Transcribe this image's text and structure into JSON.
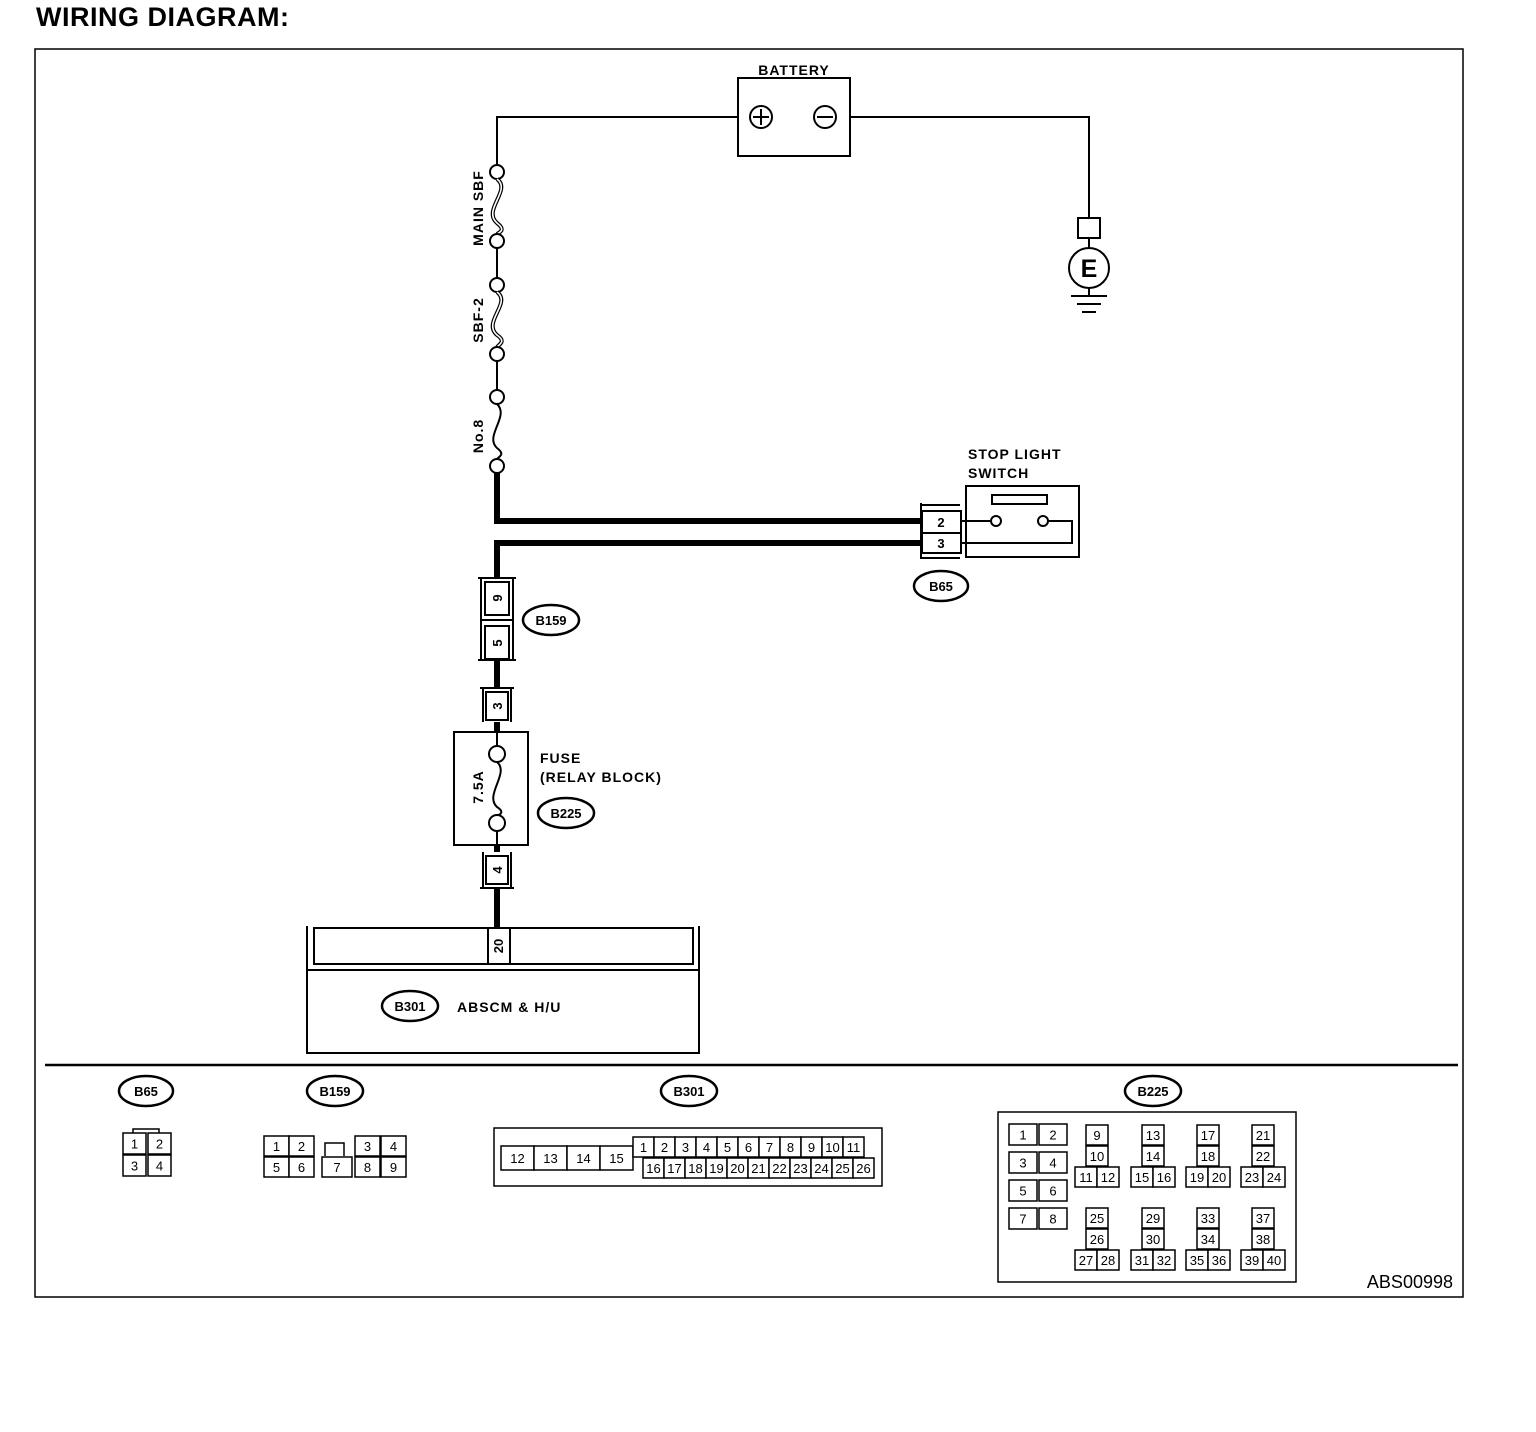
{
  "page_title": "WIRING DIAGRAM:",
  "battery_label": "BATTERY",
  "ground_label": "E",
  "main_sbf_label": "MAIN SBF",
  "sbf2_label": "SBF-2",
  "fuse_no8_label": "No.8",
  "stop_light_switch_label_1": "STOP LIGHT",
  "stop_light_switch_label_2": "SWITCH",
  "fuse_relay_label_1": "FUSE",
  "fuse_relay_label_2": "(RELAY BLOCK)",
  "fuse_rating": "7.5A",
  "abscm_label": "ABSCM & H/U",
  "figure_code": "ABS00998",
  "connector_refs": {
    "b65": "B65",
    "b159": "B159",
    "b225": "B225",
    "b301": "B301"
  },
  "pins": {
    "b65_top": "2",
    "b65_bottom": "3",
    "b159_upper": "9",
    "b159_lower": "5",
    "b225_in": "3",
    "b225_out": "4",
    "b301_in": "20"
  },
  "b65_face": [
    "1",
    "2",
    "3",
    "4"
  ],
  "b159_face": {
    "top": [
      "1",
      "2",
      "3",
      "4"
    ],
    "bottom": [
      "5",
      "6",
      "7",
      "8",
      "9"
    ]
  },
  "b301_face": {
    "left": [
      "12",
      "13",
      "14",
      "15"
    ],
    "top": [
      "1",
      "2",
      "3",
      "4",
      "5",
      "6",
      "7",
      "8",
      "9",
      "10",
      "11"
    ],
    "bottom": [
      "16",
      "17",
      "18",
      "19",
      "20",
      "21",
      "22",
      "23",
      "24",
      "25",
      "26"
    ]
  },
  "b225_face": {
    "left_pairs": [
      [
        "1",
        "2"
      ],
      [
        "3",
        "4"
      ],
      [
        "5",
        "6"
      ],
      [
        "7",
        "8"
      ]
    ],
    "groups": [
      [
        "9",
        "10",
        "11",
        "12"
      ],
      [
        "13",
        "14",
        "15",
        "16"
      ],
      [
        "17",
        "18",
        "19",
        "20"
      ],
      [
        "21",
        "22",
        "23",
        "24"
      ],
      [
        "25",
        "26",
        "27",
        "28"
      ],
      [
        "29",
        "30",
        "31",
        "32"
      ],
      [
        "33",
        "34",
        "35",
        "36"
      ],
      [
        "37",
        "38",
        "39",
        "40"
      ]
    ]
  }
}
